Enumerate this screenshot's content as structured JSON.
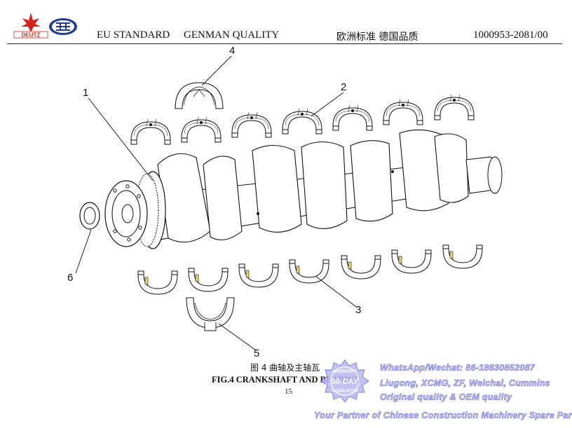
{
  "header": {
    "brand": "DEUTZ",
    "left_text": "EU STANDARD",
    "middle_text": "GENMAN QUALITY",
    "chinese_text": "欧洲标准  德国品质",
    "doc_number": "1000953-2081/00"
  },
  "callouts": [
    "1",
    "2",
    "3",
    "4",
    "5",
    "6"
  ],
  "figure": {
    "caption_cn": "图 4    曲轴及主轴瓦",
    "caption_en": "FIG.4 CRANKSHAFT AND BEARING",
    "page_number": "15"
  },
  "stamp": {
    "top_text": "WARRANTY",
    "center_text": "90-DAY",
    "bottom_text": "GUARANTEE"
  },
  "watermark": {
    "line1": "WhatsApp/Wechat: 86-18630852087",
    "line2": "Liugong, XCMG, ZF, Weichai, Cummins",
    "line3": "Original quality & OEM quality",
    "line4": "Your Partner of Chinese Construction Machinery Spare Parts"
  },
  "colors": {
    "ink": "#111111",
    "stamp": "#7b7be0",
    "watermark_fill": "#c9c9f4",
    "deutz_red": "#d2261d",
    "faw_blue": "#1f3c8f",
    "bearing_highlight": "#e9d37a"
  }
}
